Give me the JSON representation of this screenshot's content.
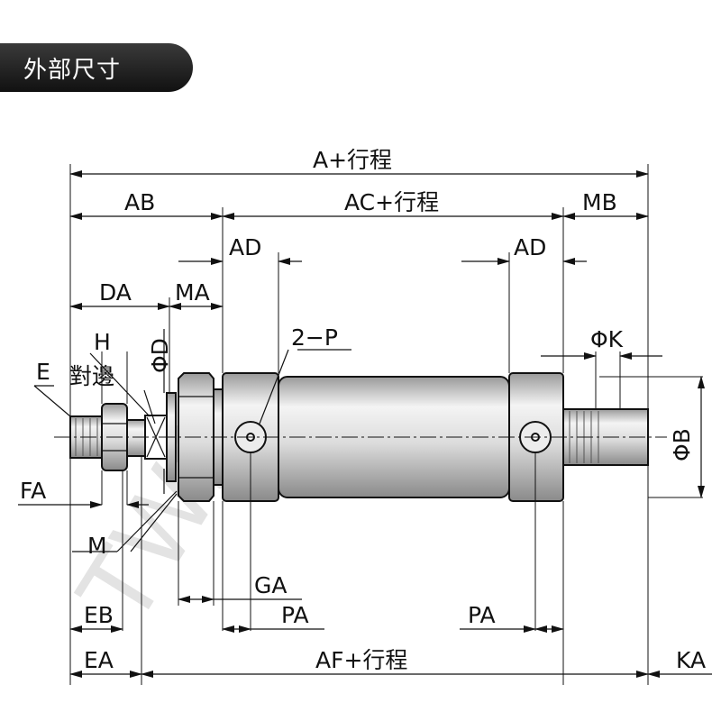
{
  "section_title": "外部尺寸",
  "watermark": "TWS",
  "labels": {
    "a_stroke": "A+行程",
    "ab": "AB",
    "ac_stroke": "AC+行程",
    "mb": "MB",
    "ad_left": "AD",
    "ad_right": "AD",
    "da": "DA",
    "ma": "MA",
    "h": "H",
    "phi_d": "ΦD",
    "two_p": "2−P",
    "phi_k": "ΦK",
    "e": "E",
    "duibian": "對邊",
    "phi_b": "ΦB",
    "fa": "FA",
    "m": "M",
    "ga": "GA",
    "pa_left": "PA",
    "pa_right": "PA",
    "eb": "EB",
    "ea": "EA",
    "af_stroke": "AF+行程",
    "ka": "KA"
  },
  "colors": {
    "line": "#111111",
    "body_light": "#f2f2f2",
    "body_mid": "#c8c8c8",
    "body_dark": "#8a8a8a",
    "banner": "#222222"
  }
}
